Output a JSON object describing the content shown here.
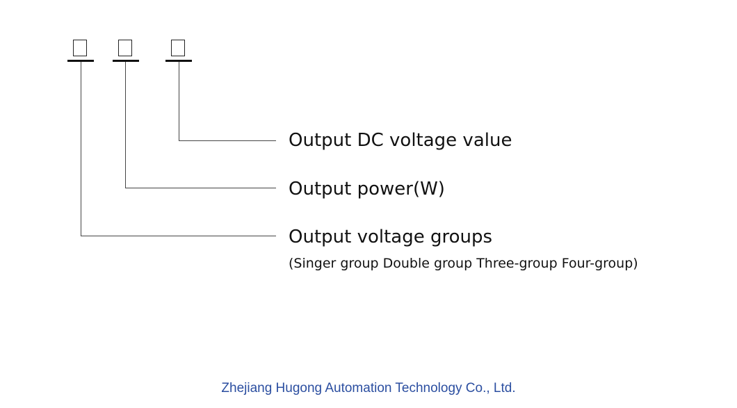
{
  "diagram": {
    "items": [
      {
        "label": "Output DC voltage value"
      },
      {
        "label": "Output power(W)"
      },
      {
        "label": "Output voltage groups",
        "sublabel": "(Singer group Double group Three-group Four-group)"
      }
    ]
  },
  "footer": {
    "company": "Zhejiang Hugong Automation Technology Co., Ltd."
  }
}
